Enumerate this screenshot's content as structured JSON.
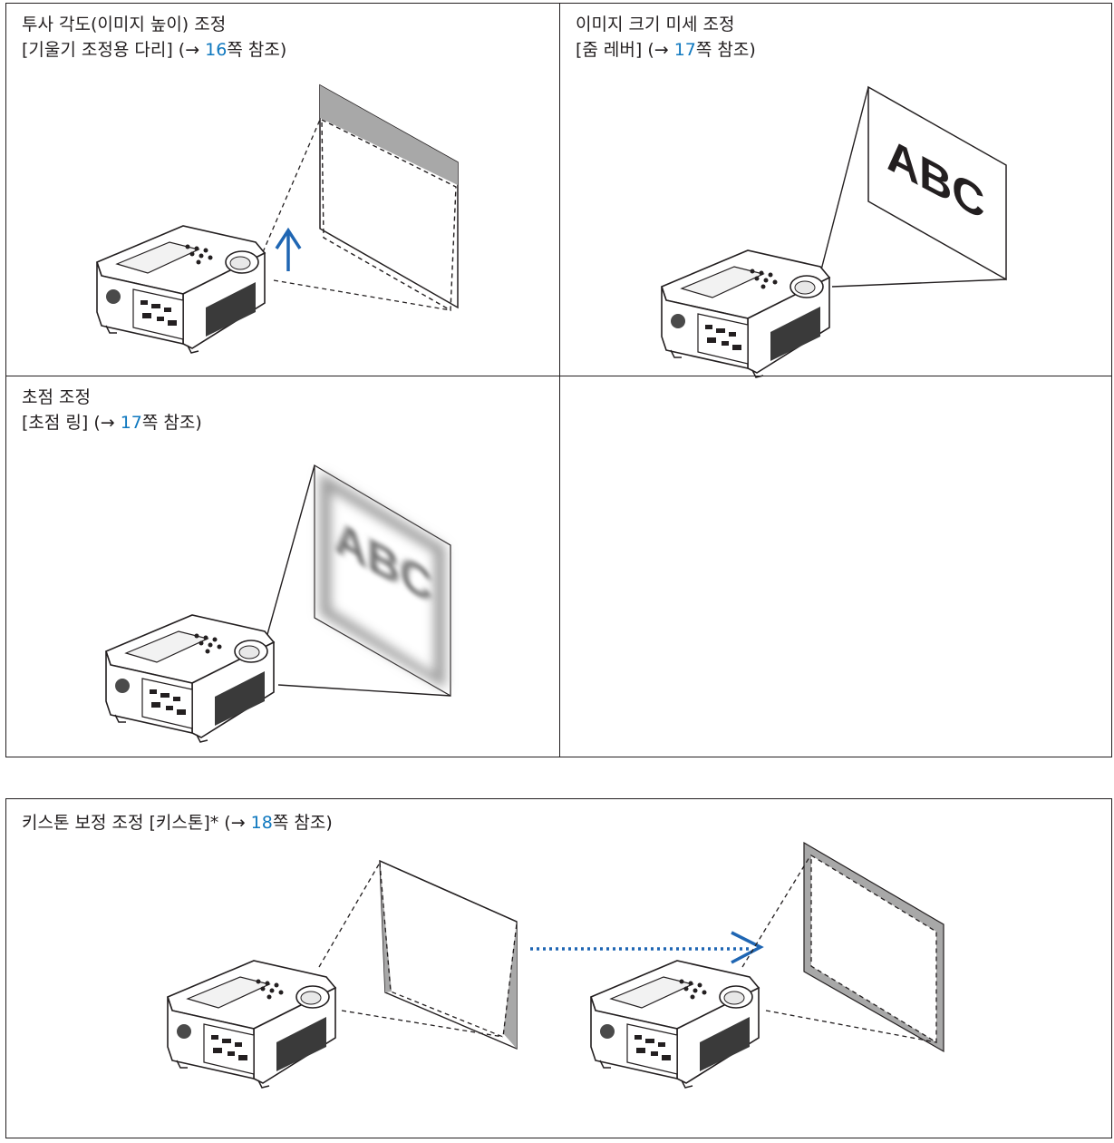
{
  "panels": {
    "tilt": {
      "title": "투사 각도(이미지 높이) 조정",
      "ref_prefix": "[기울기 조정용 다리] (→ ",
      "ref_page": "16",
      "ref_suffix": "쪽 참조)"
    },
    "zoom": {
      "title": "이미지 크기 미세 조정",
      "ref_prefix": "[줌 레버] (→ ",
      "ref_page": "17",
      "ref_suffix": "쪽 참조)",
      "screen_text": "ABC"
    },
    "focus": {
      "title": "초점 조정",
      "ref_prefix": "[초점 링] (→ ",
      "ref_page": "17",
      "ref_suffix": "쪽 참조)",
      "screen_text": "ABC"
    },
    "keystone": {
      "title_prefix": "키스톤 보정 조정 [키스톤]* (→ ",
      "ref_page": "18",
      "ref_suffix": "쪽 참조)"
    }
  },
  "colors": {
    "line": "#231f20",
    "reference_link": "#0f78bf",
    "arrow": "#1f66b3",
    "screen_shade": "#a8a8a8"
  },
  "icons": [
    "projector-icon",
    "projection-screen-icon",
    "up-arrow-icon",
    "right-arrow-icon"
  ]
}
